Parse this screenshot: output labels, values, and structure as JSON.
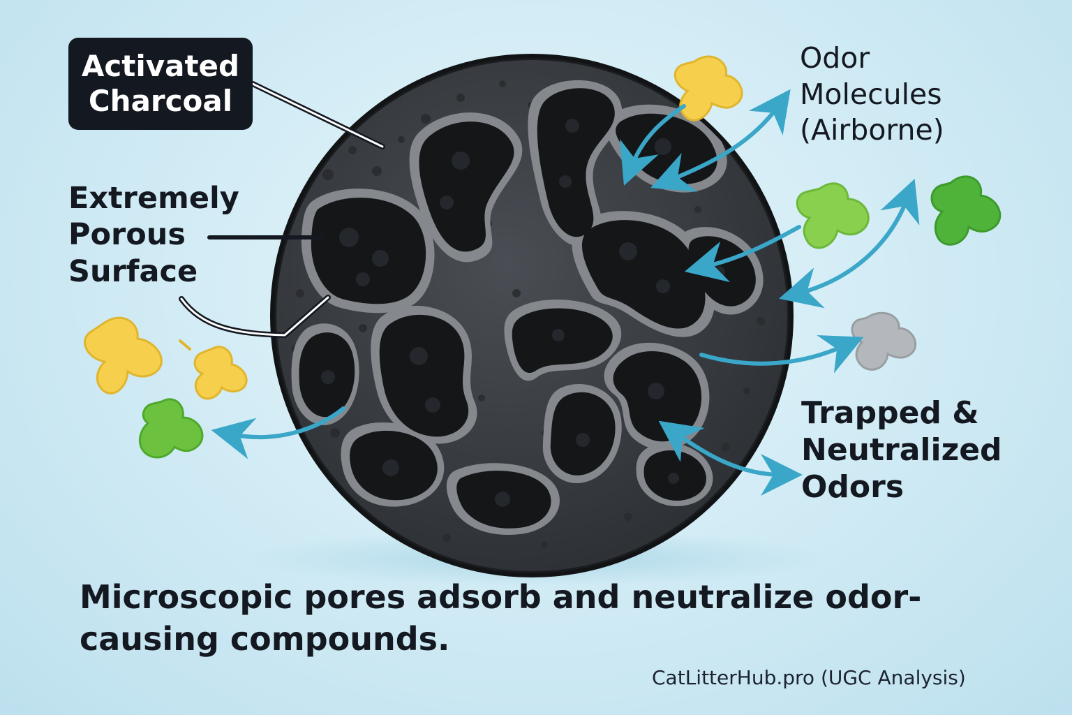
{
  "labels": {
    "charcoal": [
      "Activated",
      "Charcoal"
    ],
    "surface": [
      "Extremely",
      "Porous",
      "Surface"
    ],
    "odor_molecules": [
      "Odor",
      "Molecules",
      "(Airborne)"
    ],
    "trapped": [
      "Trapped &",
      "Neutralized",
      "Odors"
    ]
  },
  "caption": "Microscopic pores adsorb and neutralize odor-causing compounds.",
  "credit": "CatLitterHub.pro (UGC Analysis)",
  "colors": {
    "background": "#cfeaf4",
    "charcoal": "#3a3d42",
    "pore": "#16181b",
    "pore_rim": "#8a8d91",
    "arrow": "#3aa6c8",
    "molecule_yellow": "#f6d04d",
    "molecule_green": "#7ccb45",
    "molecule_dark_green": "#4fb33a",
    "molecule_gray": "#b4b8bc"
  }
}
